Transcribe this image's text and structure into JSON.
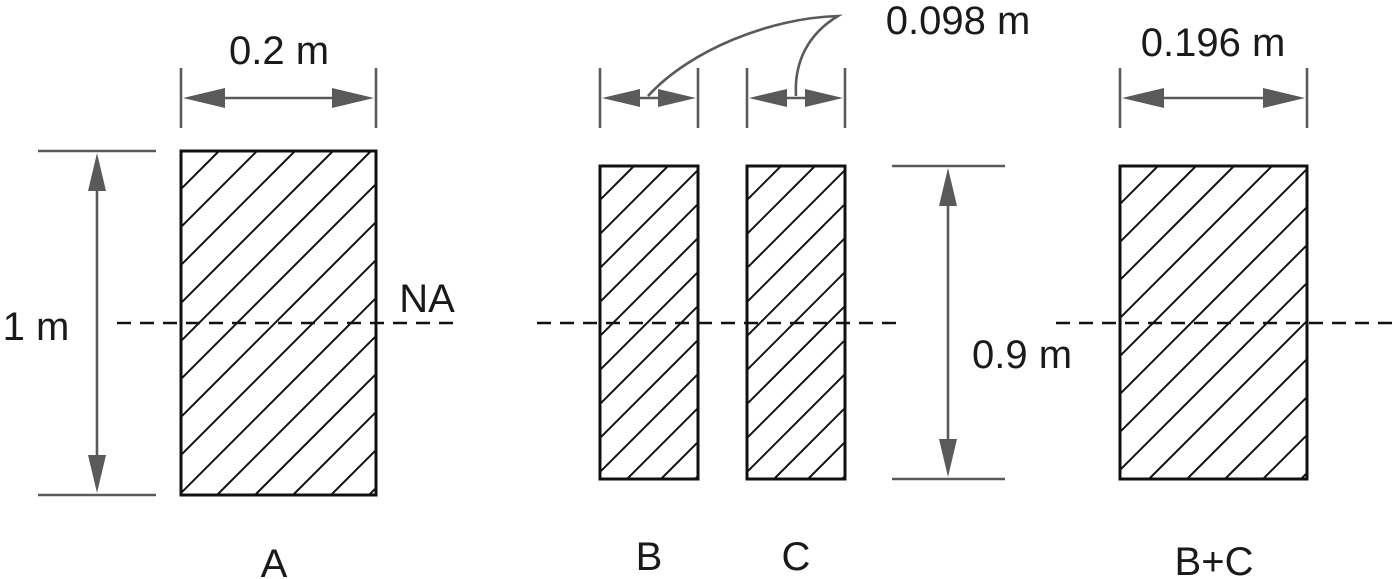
{
  "sections": {
    "a": {
      "label": "A",
      "width_label": "0.2 m",
      "height_label": "1 m",
      "axis_label": "NA"
    },
    "b": {
      "label": "B"
    },
    "c": {
      "label": "C"
    },
    "bc": {
      "label": "B+C",
      "width_label": "0.196 m"
    },
    "bc_pair": {
      "width_label": "0.098 m",
      "height_label": "0.9 m"
    }
  },
  "colors": {
    "outline": "#111111",
    "dimension": "#5a5a5a"
  }
}
